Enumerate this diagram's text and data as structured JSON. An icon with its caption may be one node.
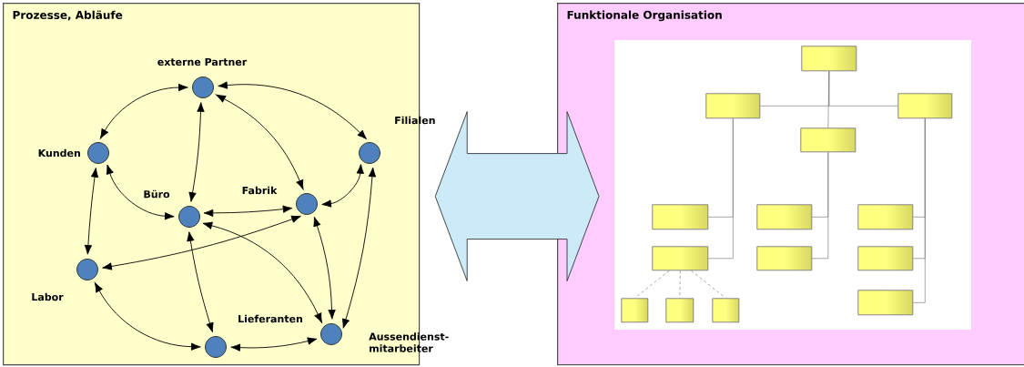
{
  "diagram": {
    "nodes": [
      {
        "text": [
          "Prozesse, Abläufe"
        ]
      },
      {
        "text": [
          "externe Partner"
        ],
        "in": 0
      },
      {
        "text": [
          "Kunden"
        ],
        "in": 0
      },
      {
        "text": [
          "Filialen"
        ],
        "in": 0
      },
      {
        "text": [
          "Büro"
        ],
        "in": 0
      },
      {
        "text": [
          "Fabrik"
        ],
        "in": 0
      },
      {
        "text": [
          "Labor"
        ],
        "in": 0
      },
      {
        "text": [
          "Lieferanten"
        ],
        "in": 0
      },
      {
        "text": [
          "Aussendienst- mitarbeiter"
        ],
        "in": 0
      },
      {
        "text": [
          "Funktionale Organisation"
        ]
      },
      {
        "text": [],
        "shape": "box",
        "in": 9
      },
      {
        "text": [],
        "shape": "box",
        "in": 10
      },
      {
        "text": [],
        "shape": "box",
        "in": 10
      },
      {
        "text": [],
        "shape": "box",
        "in": 10
      },
      {
        "text": [],
        "shape": "box",
        "in": 10
      },
      {
        "text": [],
        "shape": "box",
        "in": 10
      },
      {
        "text": [],
        "shape": "box",
        "in": 10
      },
      {
        "text": [],
        "shape": "box",
        "in": 10
      },
      {
        "text": [],
        "shape": "box",
        "in": 10
      },
      {
        "text": [],
        "shape": "box",
        "in": 10
      },
      {
        "text": [],
        "shape": "box",
        "in": 10
      },
      {
        "text": [],
        "shape": "box",
        "in": 10
      },
      {
        "text": [],
        "shape": "box",
        "in": 10
      },
      {
        "text": [],
        "shape": "box",
        "in": 10
      },
      {
        "text": [],
        "shape": "box",
        "in": 10
      }
    ],
    "edges": [
      {
        "from": 2,
        "to": 1,
        "arrow": "both"
      },
      {
        "from": 1,
        "to": 3,
        "arrow": "both"
      },
      {
        "from": 4,
        "to": 1,
        "arrow": "both"
      },
      {
        "from": 1,
        "to": 5,
        "arrow": "both"
      },
      {
        "from": 2,
        "to": 4,
        "arrow": "both"
      },
      {
        "from": 3,
        "to": 5,
        "arrow": "both"
      },
      {
        "from": 2,
        "to": 6,
        "arrow": "both"
      },
      {
        "from": 4,
        "to": 5,
        "arrow": "both"
      },
      {
        "from": 6,
        "to": 5,
        "arrow": "both"
      },
      {
        "from": 4,
        "to": 7,
        "arrow": "both"
      },
      {
        "from": 4,
        "to": 8,
        "arrow": "both"
      },
      {
        "from": 5,
        "to": 8,
        "arrow": "both"
      },
      {
        "from": 3,
        "to": 8,
        "arrow": "both"
      },
      {
        "from": 6,
        "to": 7,
        "arrow": "both"
      },
      {
        "from": 7,
        "to": 8,
        "arrow": "both"
      },
      {
        "from": 0,
        "to": 9,
        "arrow": "both",
        "style": "thick"
      },
      {
        "from": 11,
        "to": 14,
        "arrow": "none",
        "color": "#808080"
      },
      {
        "from": 11,
        "to": 12,
        "arrow": "none",
        "color": "#808080"
      },
      {
        "from": 11,
        "to": 13,
        "arrow": "none",
        "color": "#808080"
      },
      {
        "from": 12,
        "to": 15,
        "arrow": "none",
        "color": "#808080"
      },
      {
        "from": 12,
        "to": 18,
        "arrow": "none",
        "color": "#808080"
      },
      {
        "from": 14,
        "to": 16,
        "arrow": "none",
        "color": "#808080"
      },
      {
        "from": 14,
        "to": 19,
        "arrow": "none",
        "color": "#808080"
      },
      {
        "from": 13,
        "to": 17,
        "arrow": "none",
        "color": "#808080"
      },
      {
        "from": 13,
        "to": 20,
        "arrow": "none",
        "color": "#808080"
      },
      {
        "from": 13,
        "to": 21,
        "arrow": "none",
        "color": "#808080"
      },
      {
        "from": 18,
        "to": 22,
        "arrow": "none",
        "style": "dashed",
        "color": "#808080"
      },
      {
        "from": 18,
        "to": 23,
        "arrow": "none",
        "style": "dashed",
        "color": "#808080"
      },
      {
        "from": 18,
        "to": 24,
        "arrow": "none",
        "style": "dashed",
        "color": "#808080"
      }
    ]
  }
}
